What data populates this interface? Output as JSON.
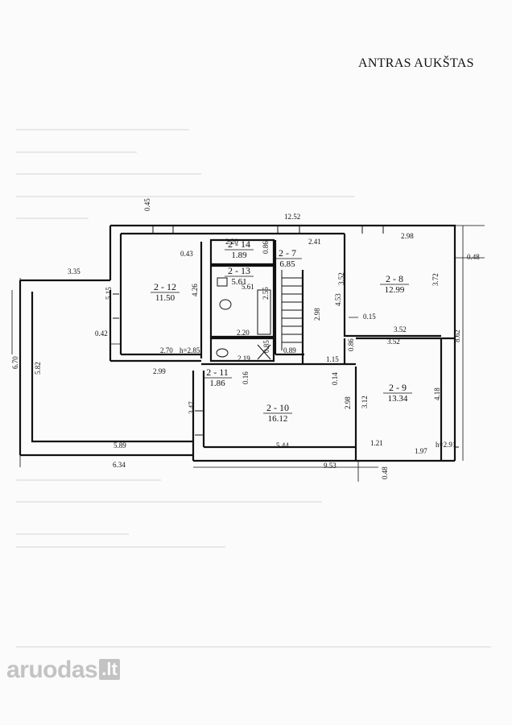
{
  "title": "ANTRAS AUKŠTAS",
  "logo": {
    "word": "aruodas",
    "tld": ".lt"
  },
  "rooms": [
    {
      "id": "2 - 12",
      "area": "11.50"
    },
    {
      "id": "2 - 14",
      "area": "1.89"
    },
    {
      "id": "2 - 13",
      "area": "5.61"
    },
    {
      "id": "2 - 7",
      "area": "6.85"
    },
    {
      "id": "2 - 8",
      "area": "12.99"
    },
    {
      "id": "2 - 9",
      "area": "13.34"
    },
    {
      "id": "2 - 11",
      "area": "1.86"
    },
    {
      "id": "2 - 10",
      "area": "16.12"
    }
  ],
  "dimensions": [
    "0.45",
    "12.52",
    "2.20",
    "0.86",
    "2.41",
    "2.98",
    "0.48",
    "0.43",
    "3.35",
    "5.15",
    "4.26",
    "5.61",
    "2.55",
    "4.53",
    "3.52",
    "3.72",
    "0.15",
    "3.52",
    "0.42",
    "2.98",
    "2.70",
    "h=2.85",
    "2.20",
    "0.85",
    "0.89",
    "0.86",
    "3.52",
    "8.62",
    "6.70",
    "5.82",
    "2.99",
    "2.19",
    "1.15",
    "0.16",
    "0.14",
    "4.18",
    "3.47",
    "2.98",
    "3.12",
    "5.89",
    "5.44",
    "1.21",
    "1.97",
    "h=2.91",
    "6.34",
    "9.53",
    "0.48"
  ]
}
